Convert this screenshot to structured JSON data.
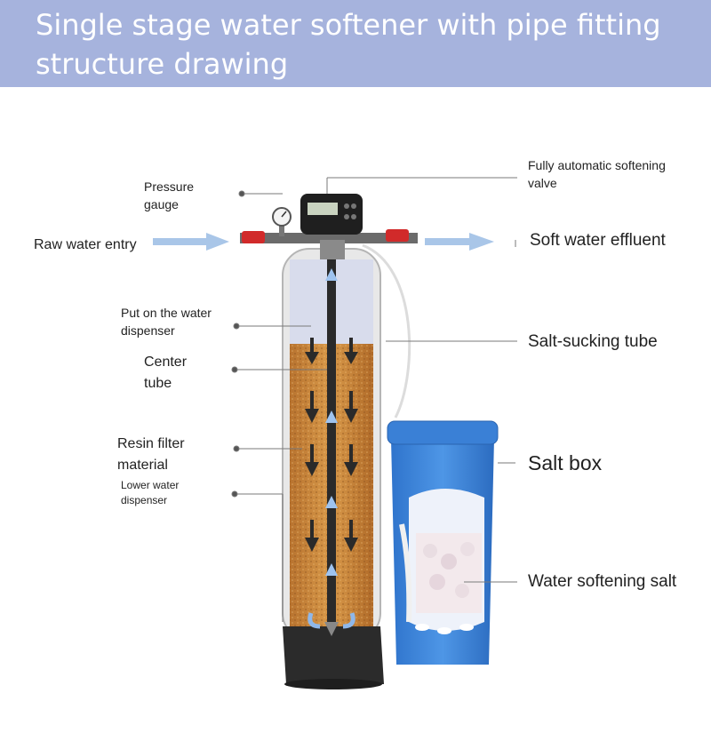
{
  "title": "Single stage water softener with pipe fitting structure drawing",
  "labels": {
    "pressure_gauge": "Pressure gauge",
    "raw_water_entry": "Raw water entry",
    "put_on_water_dispenser": "Put on the water dispenser",
    "center_tube": "Center tube",
    "resin_filter_material": "Resin filter material",
    "lower_water_dispenser": "Lower water dispenser",
    "fully_automatic_valve": "Fully automatic softening valve",
    "soft_water_effluent": "Soft water effluent",
    "salt_sucking_tube": "Salt-sucking tube",
    "salt_box": "Salt box",
    "water_softening_salt": "Water softening salt"
  },
  "colors": {
    "header": "#a6b3dd",
    "resin": "#c98a3f",
    "salt_box": "#3f86dc",
    "arrow": "#a9c6e8"
  }
}
